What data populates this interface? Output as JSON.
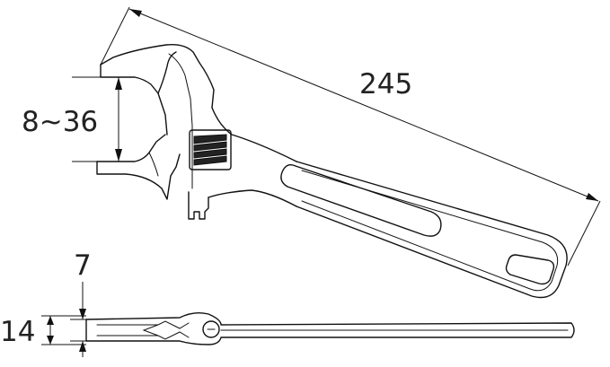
{
  "diagram": {
    "dimensions": {
      "overall_length": "245",
      "jaw_opening": "8~36",
      "jaw_thickness": "7",
      "body_thickness": "14"
    },
    "colors": {
      "line": "#111111",
      "text": "#222222",
      "background": "#ffffff"
    }
  }
}
